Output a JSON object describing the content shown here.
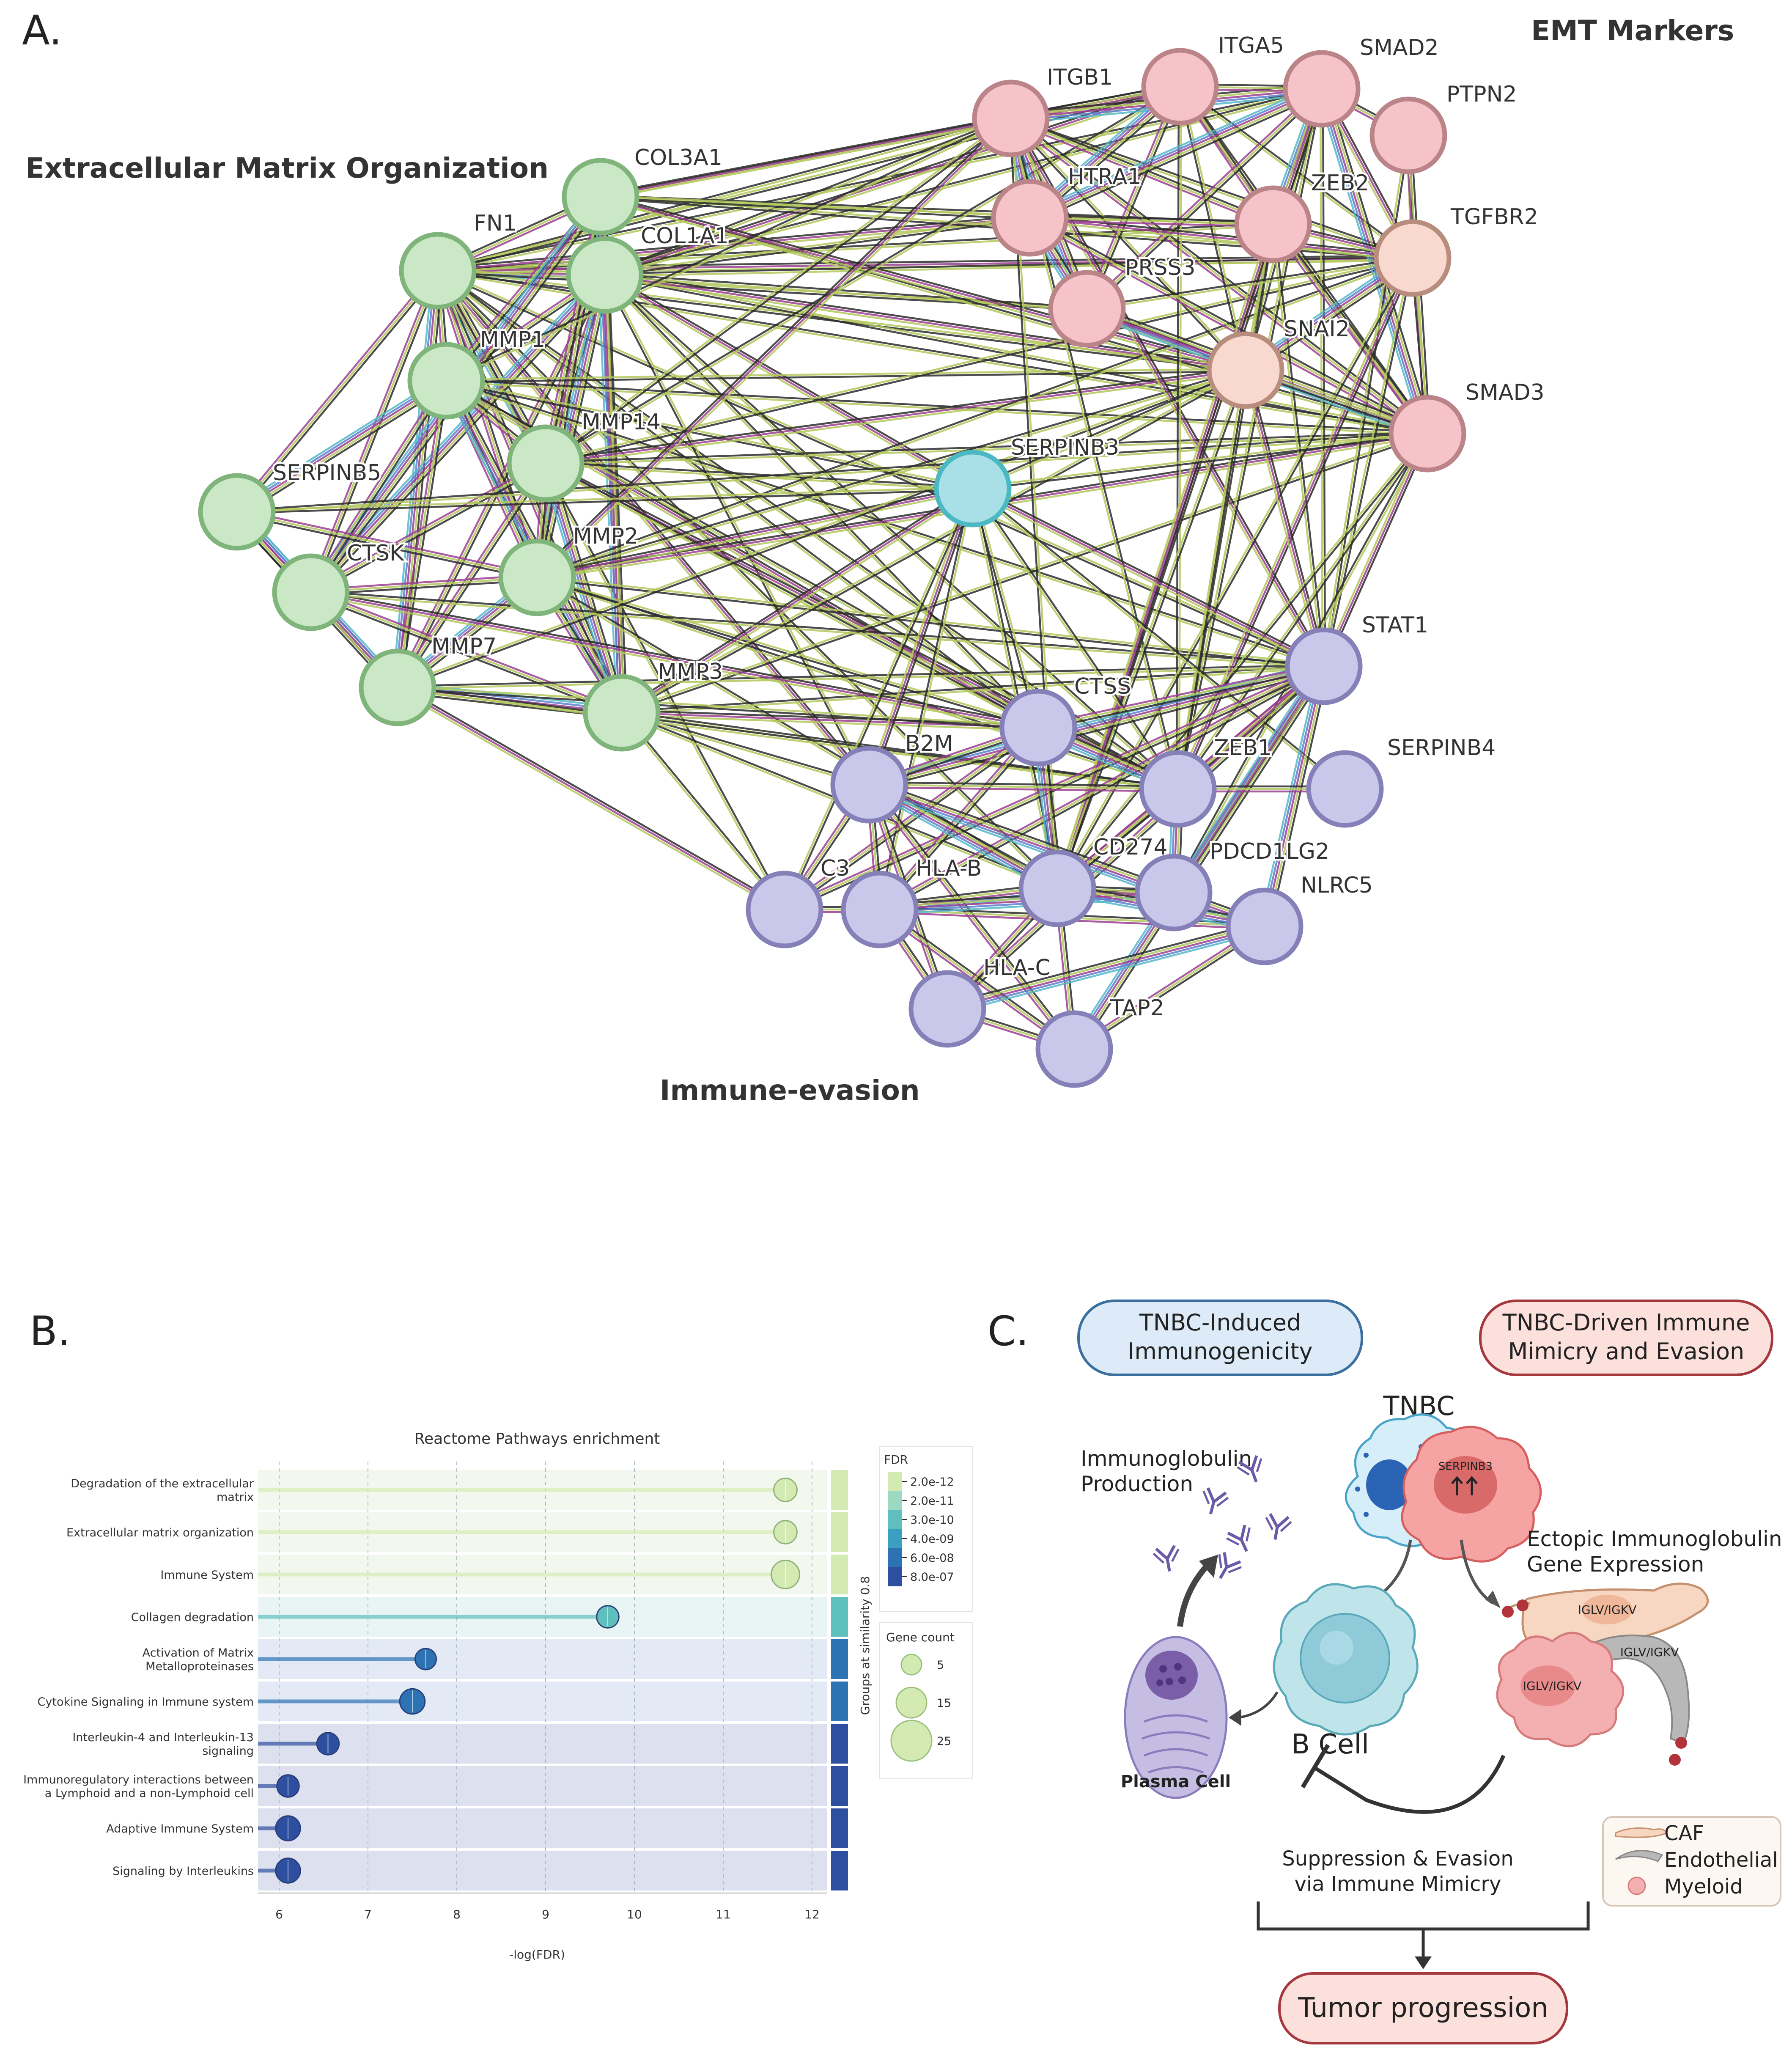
{
  "panel_a": {
    "letter": "A.",
    "cluster_labels": {
      "ecm": "Extracellular Matrix Organization",
      "emt": "EMT Markers",
      "immune": "Immune-evasion"
    },
    "colors": {
      "green": "#cbe8c6",
      "green_stroke": "#7fb47a",
      "pink": "#f6c3c8",
      "pink_stroke": "#bb8488",
      "peach": "#f9d9cf",
      "peach_stroke": "#b98d7e",
      "cyan": "#a9dfe6",
      "cyan_stroke": "#4bb9c4",
      "purple": "#c9c8ea",
      "purple_stroke": "#8580b8"
    },
    "nodes": [
      {
        "id": "COL3A1",
        "label": "COL3A1",
        "group": "green"
      },
      {
        "id": "FN1",
        "label": "FN1",
        "group": "green"
      },
      {
        "id": "COL1A1",
        "label": "COL1A1",
        "group": "green"
      },
      {
        "id": "MMP1",
        "label": "MMP1",
        "group": "green"
      },
      {
        "id": "MMP14",
        "label": "MMP14",
        "group": "green"
      },
      {
        "id": "SERPINB5",
        "label": "SERPINB5",
        "group": "green"
      },
      {
        "id": "CTSK",
        "label": "CTSK",
        "group": "green"
      },
      {
        "id": "MMP2",
        "label": "MMP2",
        "group": "green"
      },
      {
        "id": "MMP7",
        "label": "MMP7",
        "group": "green"
      },
      {
        "id": "MMP3",
        "label": "MMP3",
        "group": "green"
      },
      {
        "id": "ITGB1",
        "label": "ITGB1",
        "group": "pink"
      },
      {
        "id": "ITGA5",
        "label": "ITGA5",
        "group": "pink"
      },
      {
        "id": "SMAD2",
        "label": "SMAD2",
        "group": "pink"
      },
      {
        "id": "PTPN2",
        "label": "PTPN2",
        "group": "pink"
      },
      {
        "id": "HTRA1",
        "label": "HTRA1",
        "group": "pink"
      },
      {
        "id": "ZEB2",
        "label": "ZEB2",
        "group": "pink"
      },
      {
        "id": "TGFBR2",
        "label": "TGFBR2",
        "group": "peach"
      },
      {
        "id": "PRSS3",
        "label": "PRSS3",
        "group": "pink"
      },
      {
        "id": "SNAI2",
        "label": "SNAI2",
        "group": "peach"
      },
      {
        "id": "SMAD3",
        "label": "SMAD3",
        "group": "pink"
      },
      {
        "id": "SERPINB3",
        "label": "SERPINB3",
        "group": "cyan"
      },
      {
        "id": "STAT1",
        "label": "STAT1",
        "group": "purple"
      },
      {
        "id": "CTSS",
        "label": "CTSS",
        "group": "purple"
      },
      {
        "id": "B2M",
        "label": "B2M",
        "group": "purple"
      },
      {
        "id": "ZEB1",
        "label": "ZEB1",
        "group": "purple"
      },
      {
        "id": "SERPINB4",
        "label": "SERPINB4",
        "group": "purple"
      },
      {
        "id": "C3",
        "label": "C3",
        "group": "purple"
      },
      {
        "id": "HLA-B",
        "label": "HLA-B",
        "group": "purple"
      },
      {
        "id": "CD274",
        "label": "CD274",
        "group": "purple"
      },
      {
        "id": "PDCD1LG2",
        "label": "PDCD1LG2",
        "group": "purple"
      },
      {
        "id": "NLRC5",
        "label": "NLRC5",
        "group": "purple"
      },
      {
        "id": "HLA-C",
        "label": "HLA-C",
        "group": "purple"
      },
      {
        "id": "TAP2",
        "label": "TAP2",
        "group": "purple"
      }
    ],
    "edges": [
      [
        "FN1",
        "COL1A1"
      ],
      [
        "FN1",
        "COL3A1"
      ],
      [
        "FN1",
        "MMP1"
      ],
      [
        "FN1",
        "MMP14"
      ],
      [
        "FN1",
        "MMP2"
      ],
      [
        "FN1",
        "MMP3"
      ],
      [
        "FN1",
        "MMP7"
      ],
      [
        "FN1",
        "CTSK"
      ],
      [
        "FN1",
        "SERPINB5"
      ],
      [
        "FN1",
        "ITGB1"
      ],
      [
        "FN1",
        "ITGA5"
      ],
      [
        "FN1",
        "SMAD2"
      ],
      [
        "FN1",
        "TGFBR2"
      ],
      [
        "FN1",
        "SMAD3"
      ],
      [
        "FN1",
        "SNAI2"
      ],
      [
        "FN1",
        "ZEB2"
      ],
      [
        "FN1",
        "HTRA1"
      ],
      [
        "FN1",
        "C3"
      ],
      [
        "FN1",
        "STAT1"
      ],
      [
        "FN1",
        "ZEB1"
      ],
      [
        "FN1",
        "B2M"
      ],
      [
        "FN1",
        "CTSS"
      ],
      [
        "FN1",
        "PRSS3"
      ],
      [
        "FN1",
        "CD274"
      ],
      [
        "COL1A1",
        "COL3A1"
      ],
      [
        "COL1A1",
        "MMP1"
      ],
      [
        "COL1A1",
        "MMP14"
      ],
      [
        "COL1A1",
        "MMP2"
      ],
      [
        "COL1A1",
        "MMP3"
      ],
      [
        "COL1A1",
        "MMP7"
      ],
      [
        "COL1A1",
        "CTSK"
      ],
      [
        "COL1A1",
        "ITGB1"
      ],
      [
        "COL1A1",
        "ITGA5"
      ],
      [
        "COL1A1",
        "SMAD2"
      ],
      [
        "COL1A1",
        "SMAD3"
      ],
      [
        "COL1A1",
        "TGFBR2"
      ],
      [
        "COL1A1",
        "SNAI2"
      ],
      [
        "COL1A1",
        "ZEB1"
      ],
      [
        "COL1A1",
        "HTRA1"
      ],
      [
        "COL1A1",
        "PRSS3"
      ],
      [
        "COL1A1",
        "SERPINB3"
      ],
      [
        "COL1A1",
        "CTSS"
      ],
      [
        "COL1A1",
        "B2M"
      ],
      [
        "COL3A1",
        "MMP1"
      ],
      [
        "COL3A1",
        "MMP2"
      ],
      [
        "COL3A1",
        "MMP3"
      ],
      [
        "COL3A1",
        "MMP14"
      ],
      [
        "COL3A1",
        "ITGB1"
      ],
      [
        "COL3A1",
        "ITGA5"
      ],
      [
        "COL3A1",
        "SMAD3"
      ],
      [
        "COL3A1",
        "TGFBR2"
      ],
      [
        "COL3A1",
        "CTSK"
      ],
      [
        "COL3A1",
        "SNAI2"
      ],
      [
        "COL3A1",
        "ZEB2"
      ],
      [
        "COL3A1",
        "HTRA1"
      ],
      [
        "MMP1",
        "MMP14"
      ],
      [
        "MMP1",
        "MMP2"
      ],
      [
        "MMP1",
        "MMP3"
      ],
      [
        "MMP1",
        "MMP7"
      ],
      [
        "MMP1",
        "CTSK"
      ],
      [
        "MMP1",
        "SERPINB5"
      ],
      [
        "MMP1",
        "SMAD3"
      ],
      [
        "MMP1",
        "SNAI2"
      ],
      [
        "MMP1",
        "STAT1"
      ],
      [
        "MMP1",
        "CTSS"
      ],
      [
        "MMP1",
        "ZEB1"
      ],
      [
        "MMP1",
        "SERPINB3"
      ],
      [
        "MMP1",
        "ITGB1"
      ],
      [
        "MMP14",
        "MMP2"
      ],
      [
        "MMP14",
        "MMP3"
      ],
      [
        "MMP14",
        "MMP7"
      ],
      [
        "MMP14",
        "CTSK"
      ],
      [
        "MMP14",
        "SNAI2"
      ],
      [
        "MMP14",
        "SMAD3"
      ],
      [
        "MMP14",
        "ITGB1"
      ],
      [
        "MMP14",
        "ITGA5"
      ],
      [
        "MMP14",
        "ZEB1"
      ],
      [
        "MMP14",
        "CTSS"
      ],
      [
        "MMP14",
        "TGFBR2"
      ],
      [
        "MMP14",
        "SERPINB3"
      ],
      [
        "MMP2",
        "MMP3"
      ],
      [
        "MMP2",
        "MMP7"
      ],
      [
        "MMP2",
        "CTSK"
      ],
      [
        "MMP2",
        "SERPINB5"
      ],
      [
        "MMP2",
        "SMAD3"
      ],
      [
        "MMP2",
        "SNAI2"
      ],
      [
        "MMP2",
        "STAT1"
      ],
      [
        "MMP2",
        "ZEB1"
      ],
      [
        "MMP2",
        "ITGB1"
      ],
      [
        "MMP2",
        "TGFBR2"
      ],
      [
        "MMP2",
        "CTSS"
      ],
      [
        "MMP2",
        "CD274"
      ],
      [
        "MMP2",
        "SERPINB3"
      ],
      [
        "MMP3",
        "MMP7"
      ],
      [
        "MMP3",
        "CTSK"
      ],
      [
        "MMP3",
        "STAT1"
      ],
      [
        "MMP3",
        "CTSS"
      ],
      [
        "MMP3",
        "B2M"
      ],
      [
        "MMP3",
        "SNAI2"
      ],
      [
        "MMP3",
        "ZEB1"
      ],
      [
        "MMP3",
        "SERPINB3"
      ],
      [
        "MMP3",
        "C3"
      ],
      [
        "MMP3",
        "SMAD3"
      ],
      [
        "MMP3",
        "CD274"
      ],
      [
        "MMP7",
        "CTSK"
      ],
      [
        "MMP7",
        "SERPINB5"
      ],
      [
        "MMP7",
        "CTSS"
      ],
      [
        "MMP7",
        "STAT1"
      ],
      [
        "MMP7",
        "C3"
      ],
      [
        "MMP7",
        "ZEB1"
      ],
      [
        "MMP7",
        "SNAI2"
      ],
      [
        "CTSK",
        "SERPINB5"
      ],
      [
        "CTSK",
        "CTSS"
      ],
      [
        "CTSK",
        "STAT1"
      ],
      [
        "SERPINB5",
        "SERPINB3"
      ],
      [
        "SERPINB5",
        "SMAD3"
      ],
      [
        "ITGB1",
        "ITGA5"
      ],
      [
        "ITGB1",
        "SMAD2"
      ],
      [
        "ITGB1",
        "SMAD3"
      ],
      [
        "ITGB1",
        "TGFBR2"
      ],
      [
        "ITGB1",
        "HTRA1"
      ],
      [
        "ITGB1",
        "ZEB2"
      ],
      [
        "ITGB1",
        "SNAI2"
      ],
      [
        "ITGB1",
        "PRSS3"
      ],
      [
        "ITGB1",
        "STAT1"
      ],
      [
        "ITGB1",
        "ZEB1"
      ],
      [
        "ITGB1",
        "CD274"
      ],
      [
        "ITGA5",
        "SMAD2"
      ],
      [
        "ITGA5",
        "SMAD3"
      ],
      [
        "ITGA5",
        "TGFBR2"
      ],
      [
        "ITGA5",
        "SNAI2"
      ],
      [
        "ITGA5",
        "ZEB2"
      ],
      [
        "ITGA5",
        "HTRA1"
      ],
      [
        "ITGA5",
        "PRSS3"
      ],
      [
        "ITGA5",
        "ZEB1"
      ],
      [
        "SMAD2",
        "SMAD3"
      ],
      [
        "SMAD2",
        "TGFBR2"
      ],
      [
        "SMAD2",
        "SNAI2"
      ],
      [
        "SMAD2",
        "ZEB2"
      ],
      [
        "SMAD2",
        "ZEB1"
      ],
      [
        "SMAD2",
        "PTPN2"
      ],
      [
        "SMAD2",
        "HTRA1"
      ],
      [
        "SMAD2",
        "PRSS3"
      ],
      [
        "SMAD2",
        "STAT1"
      ],
      [
        "SMAD2",
        "CD274"
      ],
      [
        "PTPN2",
        "TGFBR2"
      ],
      [
        "PTPN2",
        "SMAD3"
      ],
      [
        "PTPN2",
        "STAT1"
      ],
      [
        "HTRA1",
        "TGFBR2"
      ],
      [
        "HTRA1",
        "SMAD3"
      ],
      [
        "HTRA1",
        "PRSS3"
      ],
      [
        "HTRA1",
        "ZEB2"
      ],
      [
        "ZEB2",
        "TGFBR2"
      ],
      [
        "ZEB2",
        "SNAI2"
      ],
      [
        "ZEB2",
        "SMAD3"
      ],
      [
        "ZEB2",
        "ZEB1"
      ],
      [
        "ZEB2",
        "CD274"
      ],
      [
        "ZEB2",
        "STAT1"
      ],
      [
        "TGFBR2",
        "SMAD3"
      ],
      [
        "TGFBR2",
        "SNAI2"
      ],
      [
        "TGFBR2",
        "ZEB1"
      ],
      [
        "TGFBR2",
        "STAT1"
      ],
      [
        "TGFBR2",
        "PRSS3"
      ],
      [
        "TGFBR2",
        "CD274"
      ],
      [
        "PRSS3",
        "SNAI2"
      ],
      [
        "PRSS3",
        "SMAD3"
      ],
      [
        "SNAI2",
        "SMAD3"
      ],
      [
        "SNAI2",
        "ZEB1"
      ],
      [
        "SNAI2",
        "STAT1"
      ],
      [
        "SNAI2",
        "CD274"
      ],
      [
        "SNAI2",
        "SERPINB3"
      ],
      [
        "SMAD3",
        "ZEB1"
      ],
      [
        "SMAD3",
        "STAT1"
      ],
      [
        "SMAD3",
        "CD274"
      ],
      [
        "SMAD3",
        "PDCD1LG2"
      ],
      [
        "SMAD3",
        "SERPINB3"
      ],
      [
        "SERPINB3",
        "STAT1"
      ],
      [
        "SERPINB3",
        "ZEB1"
      ],
      [
        "SERPINB3",
        "CTSS"
      ],
      [
        "SERPINB3",
        "SERPINB4"
      ],
      [
        "SERPINB3",
        "B2M"
      ],
      [
        "SERPINB3",
        "CD274"
      ],
      [
        "SERPINB3",
        "HLA-B"
      ],
      [
        "SERPINB3",
        "C3"
      ],
      [
        "STAT1",
        "ZEB1"
      ],
      [
        "STAT1",
        "CD274"
      ],
      [
        "STAT1",
        "B2M"
      ],
      [
        "STAT1",
        "HLA-B"
      ],
      [
        "STAT1",
        "HLA-C"
      ],
      [
        "STAT1",
        "NLRC5"
      ],
      [
        "STAT1",
        "CTSS"
      ],
      [
        "STAT1",
        "PDCD1LG2"
      ],
      [
        "STAT1",
        "TAP2"
      ],
      [
        "STAT1",
        "C3"
      ],
      [
        "CTSS",
        "B2M"
      ],
      [
        "CTSS",
        "ZEB1"
      ],
      [
        "CTSS",
        "HLA-B"
      ],
      [
        "CTSS",
        "C3"
      ],
      [
        "CTSS",
        "CD274"
      ],
      [
        "B2M",
        "HLA-B"
      ],
      [
        "B2M",
        "HLA-C"
      ],
      [
        "B2M",
        "CD274"
      ],
      [
        "B2M",
        "TAP2"
      ],
      [
        "B2M",
        "C3"
      ],
      [
        "B2M",
        "NLRC5"
      ],
      [
        "B2M",
        "ZEB1"
      ],
      [
        "ZEB1",
        "CD274"
      ],
      [
        "ZEB1",
        "PDCD1LG2"
      ],
      [
        "ZEB1",
        "SERPINB4"
      ],
      [
        "HLA-B",
        "HLA-C"
      ],
      [
        "HLA-B",
        "CD274"
      ],
      [
        "HLA-B",
        "TAP2"
      ],
      [
        "HLA-B",
        "NLRC5"
      ],
      [
        "HLA-B",
        "PDCD1LG2"
      ],
      [
        "CD274",
        "PDCD1LG2"
      ],
      [
        "CD274",
        "HLA-C"
      ],
      [
        "CD274",
        "NLRC5"
      ],
      [
        "CD274",
        "TAP2"
      ],
      [
        "HLA-C",
        "TAP2"
      ],
      [
        "HLA-C",
        "NLRC5"
      ],
      [
        "NLRC5",
        "TAP2"
      ],
      [
        "C3",
        "HLA-B"
      ]
    ]
  },
  "panel_b": {
    "letter": "B.",
    "chart_data": {
      "type": "lollipop",
      "title": "Reactome Pathways enrichment",
      "xlabel": "-log(FDR)",
      "xlim": [
        5.8,
        12.0
      ],
      "xticks": [
        "6",
        "7",
        "8",
        "9",
        "10",
        "11",
        "12"
      ],
      "grid": true,
      "categories": [
        "Degradation of the extracellular matrix",
        "Extracellular matrix organization",
        "Immune System",
        "Collagen degradation",
        "Activation of Matrix Metalloproteinases",
        "Cytokine Signaling in Immune system",
        "Interleukin-4 and Interleukin-13 signaling",
        "Immunoregulatory interactions between a Lymphoid and a non-Lymphoid cell",
        "Adaptive Immune System",
        "Signaling by Interleukins"
      ],
      "category_lines": [
        [
          "Degradation of the extracellular",
          "matrix"
        ],
        [
          "Extracellular matrix organization"
        ],
        [
          "Immune System"
        ],
        [
          "Collagen degradation"
        ],
        [
          "Activation of Matrix",
          "Metalloproteinases"
        ],
        [
          "Cytokine Signaling in Immune system"
        ],
        [
          "Interleukin-4 and Interleukin-13",
          "signaling"
        ],
        [
          "Immunoregulatory interactions between",
          "a Lymphoid and a non-Lymphoid cell"
        ],
        [
          "Adaptive Immune System"
        ],
        [
          "Signaling by Interleukins"
        ]
      ],
      "values": [
        11.7,
        11.7,
        11.7,
        9.7,
        7.65,
        7.5,
        6.55,
        6.1,
        6.1,
        6.1
      ],
      "gene_count": [
        14,
        14,
        24,
        12,
        10,
        18,
        12,
        12,
        17,
        17
      ],
      "fdr_band": [
        0,
        0,
        0,
        2,
        4,
        4,
        5,
        5,
        5,
        5
      ],
      "groups_label": "Groups at similarity 0.8",
      "legend_fdr": {
        "title": "FDR",
        "labels": [
          "2.0e-12",
          "2.0e-11",
          "3.0e-10",
          "4.0e-09",
          "6.0e-08",
          "8.0e-07"
        ],
        "colors": [
          "#d3ebb2",
          "#9dd9c0",
          "#5ebfbd",
          "#3b9fc2",
          "#2d73b3",
          "#2e4f9f"
        ]
      },
      "legend_size": {
        "title": "Gene count",
        "labels": [
          "5",
          "15",
          "25"
        ]
      }
    }
  },
  "panel_c": {
    "letter": "C.",
    "box_immunogenicity": "TNBC-Induced\nImmunogenicity",
    "box_mimicry": "TNBC-Driven Immune\nMimicry and Evasion",
    "tnbc": "TNBC",
    "serpinb3": "SERPINB3",
    "ig_production": "Immunoglobulin\nProduction",
    "ectopic": "Ectopic Immunoglobulin\nGene Expression",
    "iglv": "IGLV/IGKV",
    "b_cell": "B Cell",
    "plasma_cell": "Plasma Cell",
    "suppression": "Suppression & Evasion\nvia Immune Mimicry",
    "legend": [
      "CAF",
      "Endothelial",
      "Myeloid"
    ],
    "tumor": "Tumor progression"
  }
}
